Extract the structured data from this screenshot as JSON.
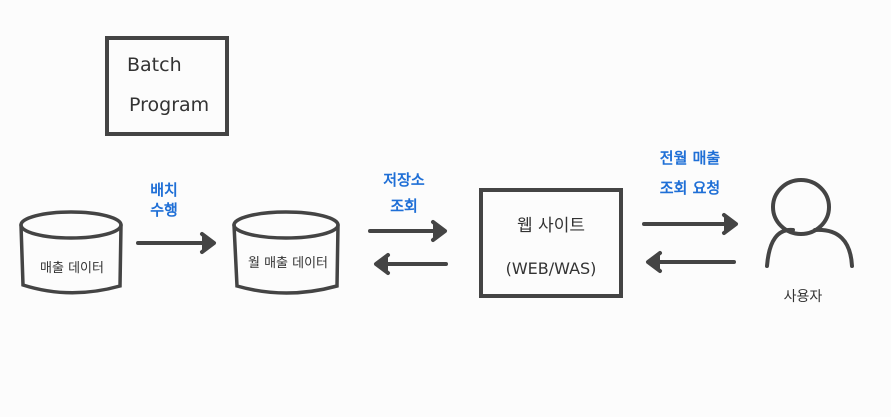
{
  "batch": {
    "line1": "Batch",
    "line2": "Program"
  },
  "sales_db": {
    "label": "매출 데이터"
  },
  "batch_run": {
    "line1": "배치",
    "line2": "수행"
  },
  "monthly_db": {
    "label": "월 매출 데이터"
  },
  "store_query": {
    "line1": "저장소",
    "line2": "조회"
  },
  "website": {
    "line1": "웹 사이트",
    "line2": "(WEB/WAS)"
  },
  "user_request": {
    "line1": "전월 매출",
    "line2": "조회 요청"
  },
  "user": {
    "label": "사용자"
  },
  "colors": {
    "stroke": "#444444",
    "label_blue": "#1f6fd6",
    "background": "#fcfcfc"
  }
}
